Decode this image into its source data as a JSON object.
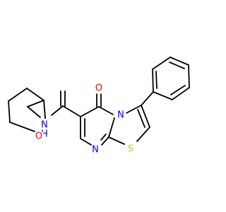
{
  "molecule": {
    "atoms": {
      "o_carbonyl": {
        "symbol": "O",
        "color": "#ff0000"
      },
      "n_amide": {
        "symbol": "N",
        "color": "#0000ff"
      },
      "h_amide": {
        "symbol": "H",
        "color": "#0000ff"
      },
      "n_bridge": {
        "symbol": "N",
        "color": "#0000ff"
      },
      "n_ring": {
        "symbol": "N",
        "color": "#0000ff"
      },
      "s_ring": {
        "symbol": "S",
        "color": "#cccc00"
      },
      "o_thf": {
        "symbol": "O",
        "color": "#ff0000"
      }
    },
    "bond_color": "#000000"
  }
}
